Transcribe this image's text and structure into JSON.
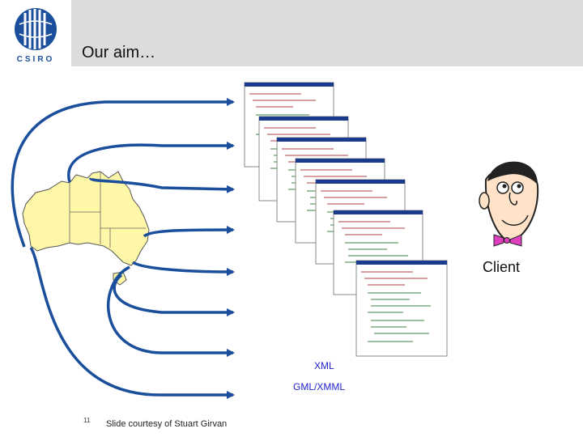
{
  "header": {
    "logo_text": "CSIRO",
    "title": "Our aim…"
  },
  "labels": {
    "client": "Client",
    "xml": "XML",
    "gml": "GML/XMML"
  },
  "footer": {
    "page_number": "11",
    "credit": "Slide courtesy of Stuart Girvan"
  },
  "colors": {
    "header_band": "#dcdcdc",
    "logo_blue": "#1b4f9c",
    "arrow": "#1b4f9c",
    "map_fill": "#fff7a8",
    "xml_text": "#1f1fd0",
    "bow_tie": "#e040c0"
  },
  "icons": {
    "logo": "csiro-logo-icon",
    "map": "australia-map-icon",
    "client": "client-face-icon",
    "documents": "xml-document-window-icon"
  }
}
